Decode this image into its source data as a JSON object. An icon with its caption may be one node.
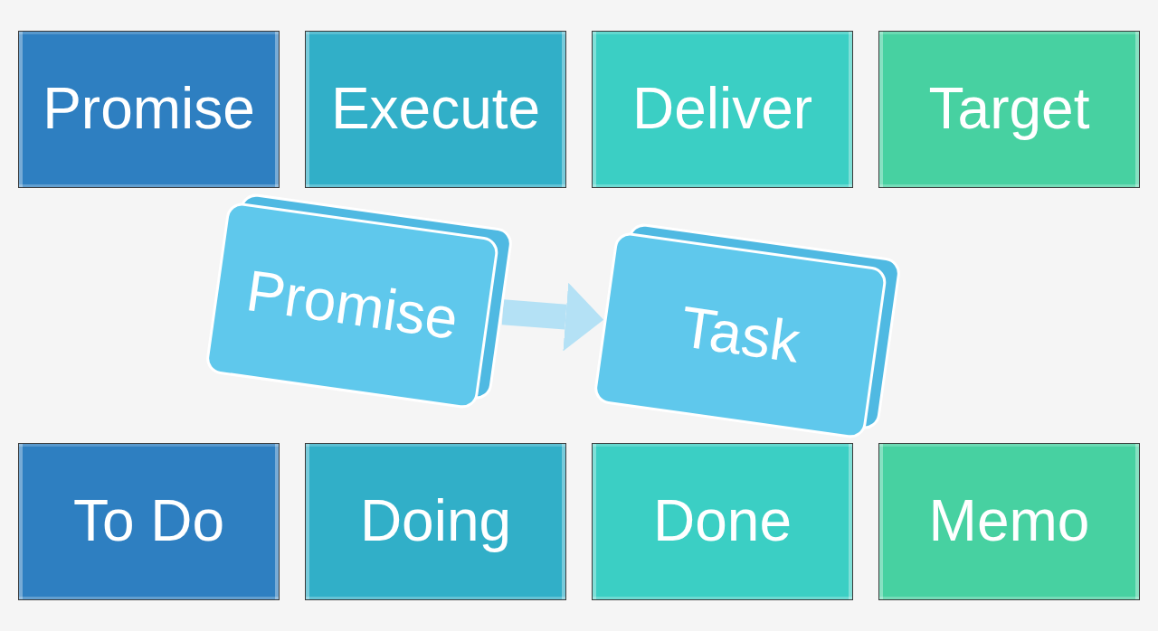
{
  "diagram": {
    "nodes": [
      {
        "text": [
          "Promise"
        ]
      },
      {
        "text": [
          "Execute"
        ]
      },
      {
        "text": [
          "Deliver"
        ]
      },
      {
        "text": [
          "Target"
        ]
      },
      {
        "text": [
          "Promise"
        ]
      },
      {
        "text": [
          "Task"
        ]
      },
      {
        "text": [
          "To Do"
        ]
      },
      {
        "text": [
          "Doing"
        ]
      },
      {
        "text": [
          "Done"
        ]
      },
      {
        "text": [
          "Memo"
        ]
      }
    ],
    "edges": [
      {
        "from": 4,
        "to": 5,
        "arrow": "to"
      }
    ]
  }
}
